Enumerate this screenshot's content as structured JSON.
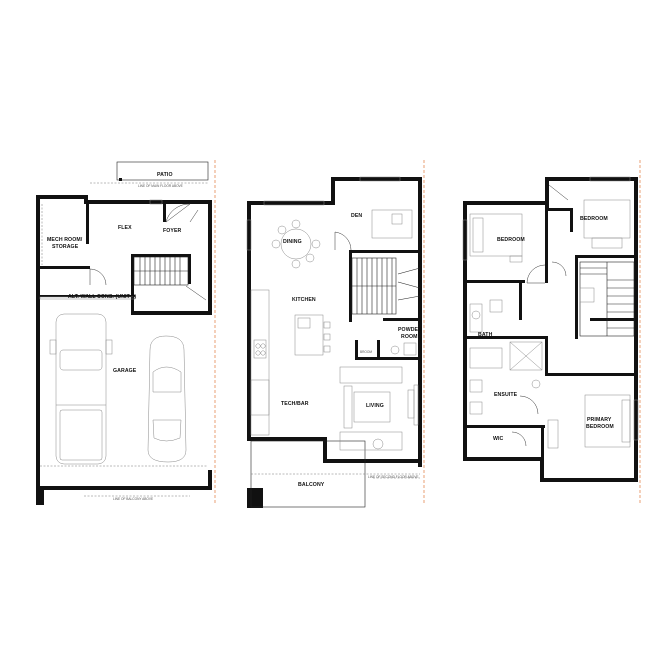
{
  "plan": {
    "levels": [
      "main-floor",
      "second-floor",
      "third-floor"
    ],
    "main_floor": {
      "patio": "PATIO",
      "patio_note": "LINE OF MAIN FLOOR ABOVE",
      "flex": "FLEX",
      "foyer": "FOYER",
      "mech": "MECH ROOM/",
      "storage": "STORAGE",
      "alt_wall": "ALT. WALL CONS. (UNIT 9)",
      "garage": "GARAGE",
      "garage_note": "LINE OF BALCONY ABOVE"
    },
    "second_floor": {
      "den": "DEN",
      "dining": "DINING",
      "kitchen": "KITCHEN",
      "powder": "POWDER",
      "room": "ROOM",
      "broom": "BROOM",
      "tech_bar": "TECH/BAR",
      "living": "LIVING",
      "balcony": "BALCONY",
      "balcony_note": "LINE OF SECOND FLOOR ABOVE"
    },
    "third_floor": {
      "bedroom_1": "BEDROOM",
      "bedroom_2": "BEDROOM",
      "bath": "BATH",
      "ensuite": "ENSUITE",
      "wic": "WIC",
      "primary": "PRIMARY",
      "primary_bedroom": "BEDROOM"
    }
  }
}
